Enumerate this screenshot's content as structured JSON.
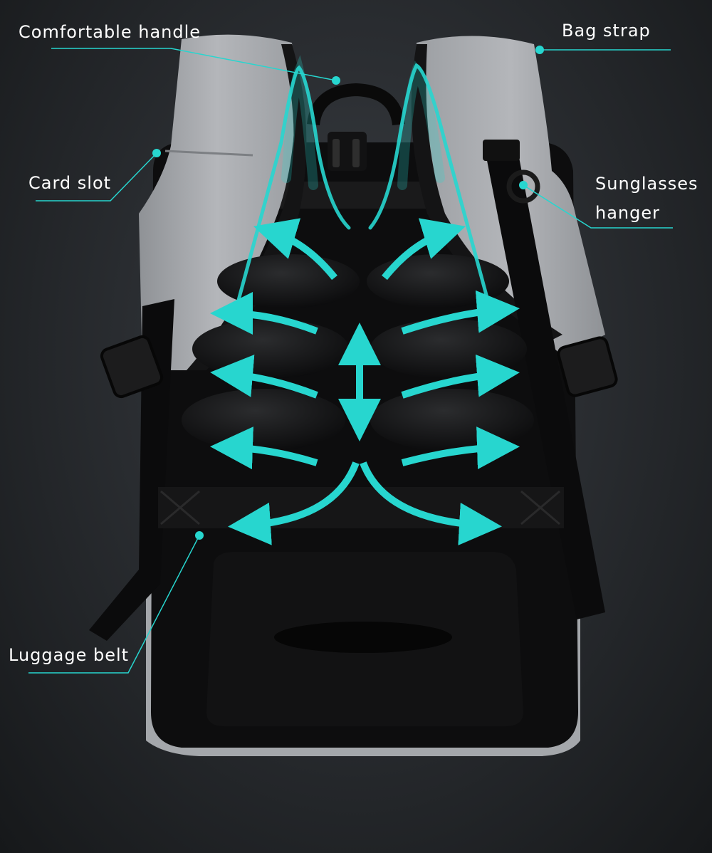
{
  "image": {
    "description_colors": {
      "background": "#1c1e21",
      "fabric": "#a7a9ad",
      "back_panel": "#0c0c0d",
      "accent": "#27d6cf",
      "label_text": "#ffffff"
    }
  },
  "callouts": {
    "comfortable_handle": "Comfortable handle",
    "bag_strap": "Bag strap",
    "card_slot": "Card slot",
    "sunglasses_hanger_line1": "Sunglasses",
    "sunglasses_hanger_line2": "hanger",
    "luggage_belt": "Luggage belt"
  },
  "icons": [
    "airflow-arrow-icon",
    "callout-dot-icon"
  ]
}
